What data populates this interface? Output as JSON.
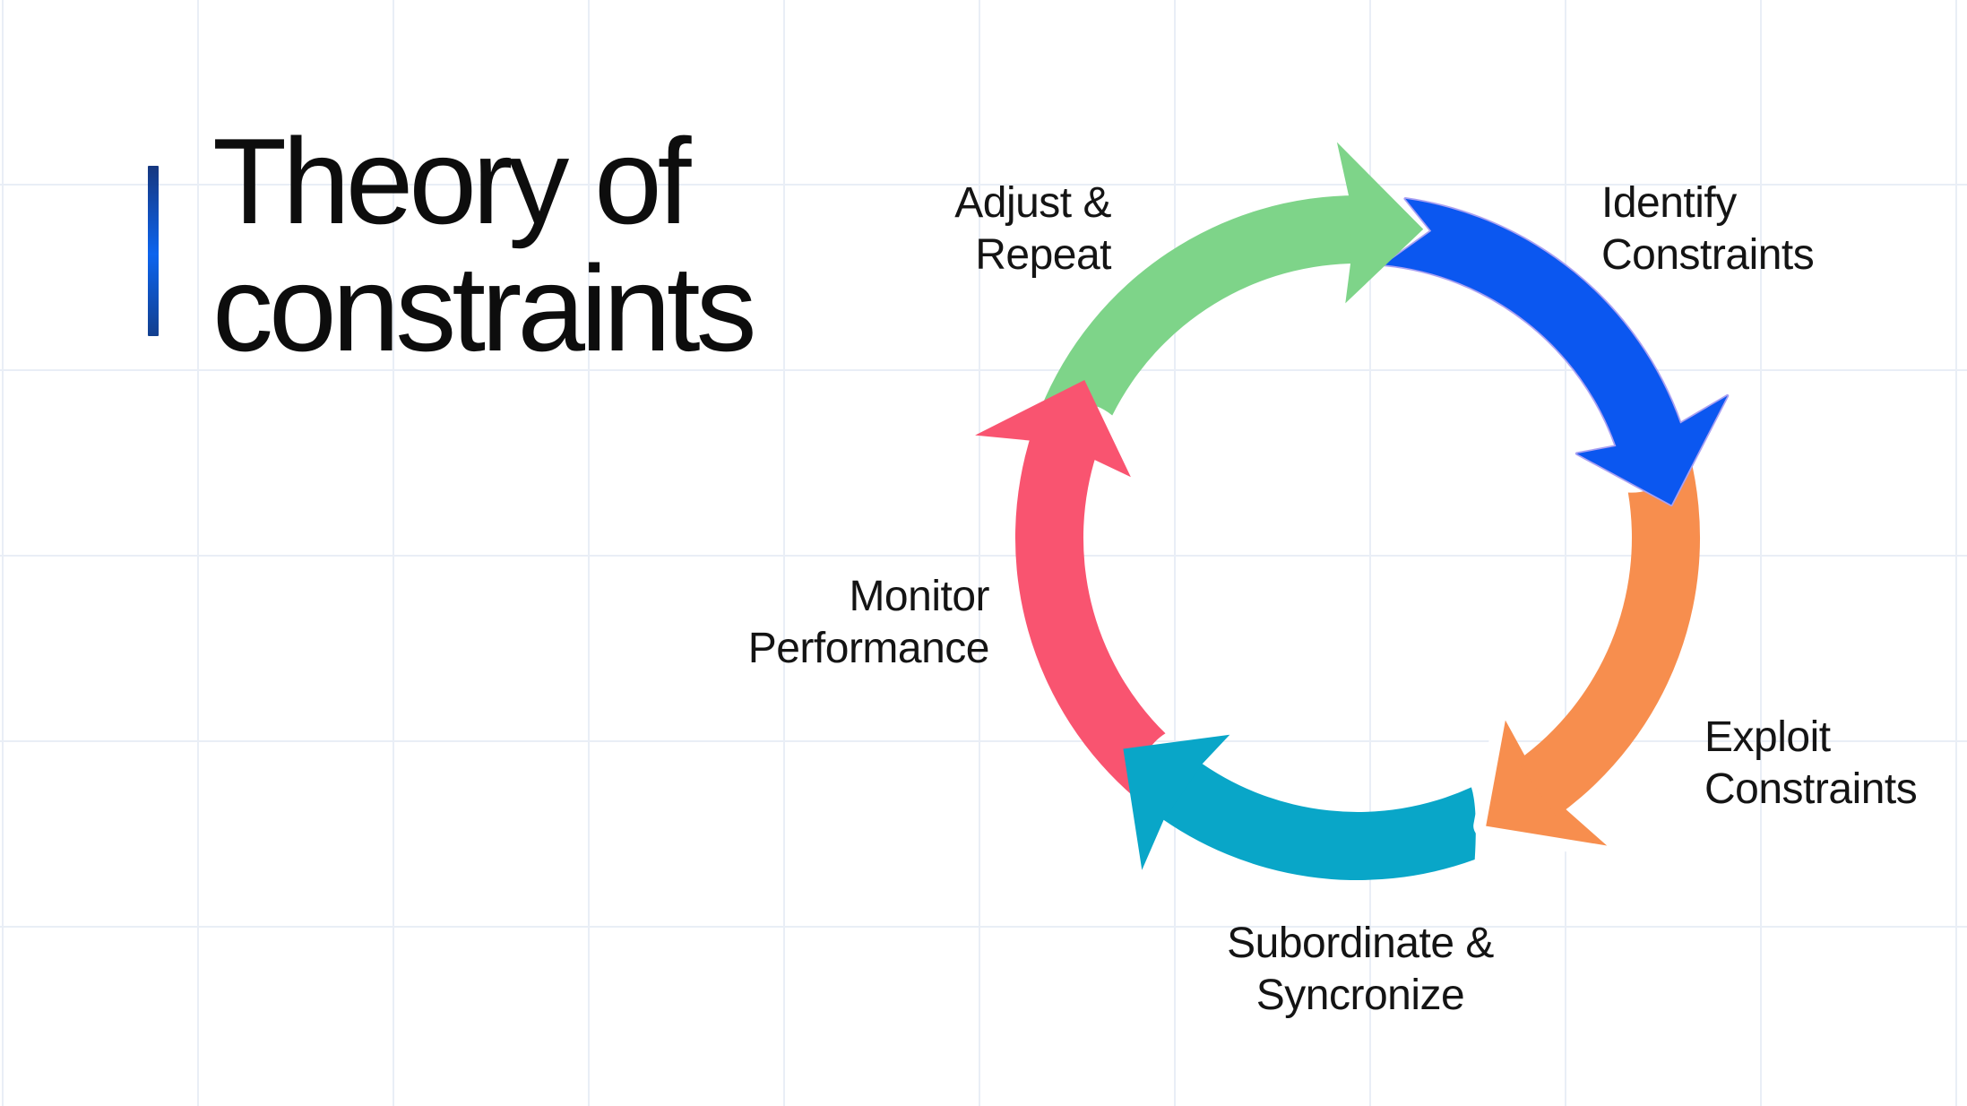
{
  "title": {
    "line1": "Theory of",
    "line2": "constraints"
  },
  "accent_bar": {
    "color_top": "#16377f",
    "color_mid": "#0d64ee",
    "color_bottom": "#123f8e"
  },
  "background": {
    "color": "#ffffff",
    "grid_line_color": "#e9eef6"
  },
  "diagram": {
    "type": "cycle",
    "direction": "clockwise",
    "gap_color": "#ffffff",
    "steps": [
      {
        "name": "identify-constraints",
        "label_line1": "Identify",
        "label_line2": "Constraints",
        "color": "#0b57f0",
        "outline_color": "#a9a0f2",
        "tip_angle_deg": -6
      },
      {
        "name": "exploit-constraints",
        "label_line1": "Exploit",
        "label_line2": "Constraints",
        "color": "#f78e4e",
        "tip_angle_deg": 66
      },
      {
        "name": "subordinate-syncronize",
        "label_line1": "Subordinate &",
        "label_line2": "Syncronize",
        "color": "#09a6c8",
        "tip_angle_deg": 138
      },
      {
        "name": "monitor-performance",
        "label_line1": "Monitor",
        "label_line2": "Performance",
        "color": "#f95470",
        "tip_angle_deg": 210
      },
      {
        "name": "adjust-repeat",
        "label_line1": "Adjust &",
        "label_line2": "Repeat",
        "color": "#7ed489",
        "tip_angle_deg": 282
      }
    ]
  }
}
